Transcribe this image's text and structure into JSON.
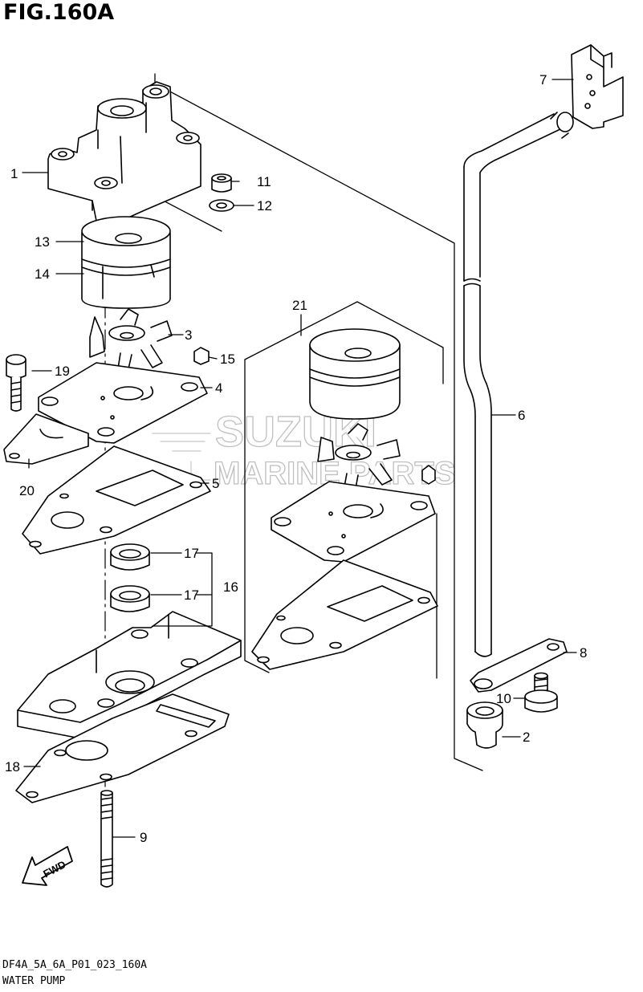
{
  "figure": {
    "title": "FIG.160A",
    "code": "DF4A_5A_6A_P01_023_160A",
    "name": "WATER PUMP"
  },
  "watermark": {
    "line1": "SUZUKI",
    "line2": "MARINE PARTS"
  },
  "callouts": [
    {
      "id": "c1",
      "label": "1"
    },
    {
      "id": "c2",
      "label": "2"
    },
    {
      "id": "c3",
      "label": "3"
    },
    {
      "id": "c4",
      "label": "4"
    },
    {
      "id": "c5",
      "label": "5"
    },
    {
      "id": "c6",
      "label": "6"
    },
    {
      "id": "c7",
      "label": "7"
    },
    {
      "id": "c8",
      "label": "8"
    },
    {
      "id": "c9",
      "label": "9"
    },
    {
      "id": "c10",
      "label": "10"
    },
    {
      "id": "c11",
      "label": "11"
    },
    {
      "id": "c12",
      "label": "12"
    },
    {
      "id": "c13",
      "label": "13"
    },
    {
      "id": "c14",
      "label": "14"
    },
    {
      "id": "c15",
      "label": "15"
    },
    {
      "id": "c16",
      "label": "16"
    },
    {
      "id": "c17a",
      "label": "17"
    },
    {
      "id": "c17b",
      "label": "17"
    },
    {
      "id": "c18",
      "label": "18"
    },
    {
      "id": "c19",
      "label": "19"
    },
    {
      "id": "c20",
      "label": "20"
    },
    {
      "id": "c21",
      "label": "21"
    }
  ],
  "fwd_arrow": "FWD"
}
